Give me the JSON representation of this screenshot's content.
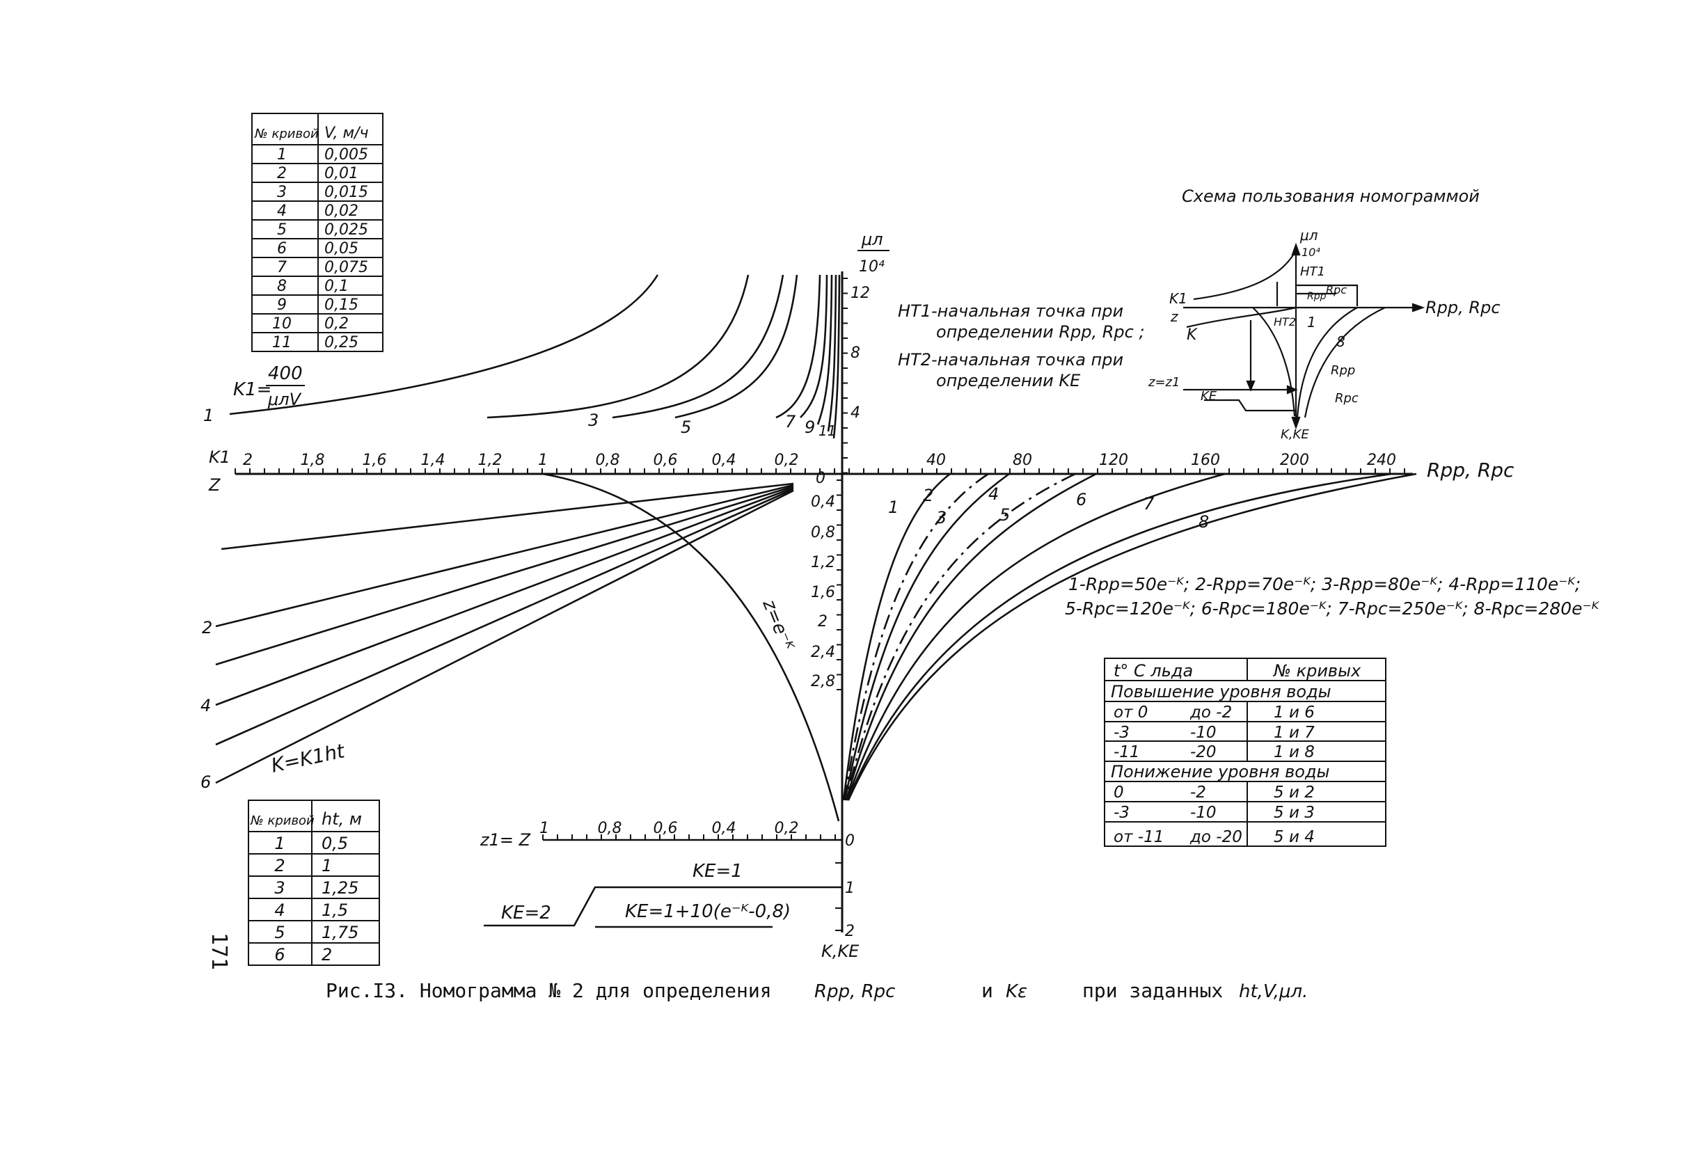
{
  "page": {
    "number": "171"
  },
  "caption": {
    "prefix": "Рис.I3. Номограмма № 2 для определения",
    "quantities": "Rpp, Rpc",
    "and_word": "и",
    "ke": "Kε",
    "given_word": "при заданных",
    "given": "ht,V,μл."
  },
  "axes": {
    "k1": "K1",
    "z": "Z",
    "mu_num": "μл",
    "mu_den": "10⁴",
    "rpp_rpc": "Rpp, Rpc",
    "z1_z": "z1= Z",
    "k_ke": "K,KE",
    "k1_ticks": [
      "2",
      "1,8",
      "1,6",
      "1,4",
      "1,2",
      "1",
      "0,8",
      "0,6",
      "0,4",
      "0,2"
    ],
    "r_ticks": [
      "40",
      "80",
      "120",
      "160",
      "200",
      "240"
    ],
    "mu_ticks": [
      "12",
      "8",
      "4"
    ],
    "k_ticks": [
      "0",
      "0,4",
      "0,8",
      "1,2",
      "1,6",
      "2",
      "2,4",
      "2,8"
    ],
    "z1_ticks": [
      "1",
      "0,8",
      "0,6",
      "0,4",
      "0,2"
    ],
    "ke_ticks": [
      "0",
      "1",
      "2"
    ]
  },
  "formulas": {
    "k1_lhs": "K1=",
    "k1_num": "400",
    "k1_den": "μлV",
    "z_exp": "z=e⁻ᴷ",
    "k_lin": "K=K1ht",
    "ke1": "KE=1",
    "ke2": "KE=2",
    "ke_formula": "KE=1+10(e⁻ᴷ-0,8)"
  },
  "notes": {
    "nt1_line1": "HT1-начальная точка при",
    "nt1_line2": "определении Rpp, Rpc ;",
    "nt2_line1": "HT2-начальная точка при",
    "nt2_line2": "определении KE"
  },
  "legend_r": {
    "line1": "1-Rpp=50e⁻ᴷ; 2-Rpp=70e⁻ᴷ; 3-Rpp=80e⁻ᴷ; 4-Rpp=110e⁻ᴷ;",
    "line2": "5-Rpc=120e⁻ᴷ; 6-Rpc=180e⁻ᴷ; 7-Rpc=250e⁻ᴷ; 8-Rpc=280e⁻ᴷ"
  },
  "v_table": {
    "headers": [
      "№ кривой",
      "V, м/ч"
    ],
    "rows": [
      [
        "1",
        "0,005"
      ],
      [
        "2",
        "0,01"
      ],
      [
        "3",
        "0,015"
      ],
      [
        "4",
        "0,02"
      ],
      [
        "5",
        "0,025"
      ],
      [
        "6",
        "0,05"
      ],
      [
        "7",
        "0,075"
      ],
      [
        "8",
        "0,1"
      ],
      [
        "9",
        "0,15"
      ],
      [
        "10",
        "0,2"
      ],
      [
        "11",
        "0,25"
      ]
    ]
  },
  "h_table": {
    "headers": [
      "№ кривой",
      "ht, м"
    ],
    "rows": [
      [
        "1",
        "0,5"
      ],
      [
        "2",
        "1"
      ],
      [
        "3",
        "1,25"
      ],
      [
        "4",
        "1,5"
      ],
      [
        "5",
        "1,75"
      ],
      [
        "6",
        "2"
      ]
    ]
  },
  "ice_table": {
    "headers": [
      "t° C льда",
      "№ кривых"
    ],
    "section1": "Повышение уровня воды",
    "rows1": [
      [
        "от 0",
        "до -2",
        "1 и 6"
      ],
      [
        "-3",
        "-10",
        "1 и 7"
      ],
      [
        "-11",
        "-20",
        "1 и 8"
      ]
    ],
    "section2": "Понижение уровня воды",
    "rows2": [
      [
        "0",
        "-2",
        "5 и 2"
      ],
      [
        "-3",
        "-10",
        "5 и 3"
      ],
      [
        "от -11",
        "до -20",
        "5 и 4"
      ]
    ]
  },
  "scheme": {
    "title": "Схема пользования номограммой",
    "mu": "μл",
    "den": "10⁴",
    "ht1": "HT1",
    "rpc": "Rpc",
    "rpp": "Rpp",
    "ht2": "HT2",
    "k1": "K1",
    "z": "z",
    "k": "K",
    "one": "1",
    "eight": "8",
    "z_z1": "z=z1",
    "ke": "KE",
    "out_axis": "Rpp, Rpc",
    "bottom": "K,KE"
  },
  "curve_labels": {
    "v": [
      "1",
      "3",
      "5",
      "7",
      "9",
      "11"
    ],
    "h": [
      "2",
      "4",
      "6"
    ],
    "r": [
      "1",
      "2",
      "3",
      "4",
      "5",
      "6",
      "7",
      "8"
    ]
  }
}
